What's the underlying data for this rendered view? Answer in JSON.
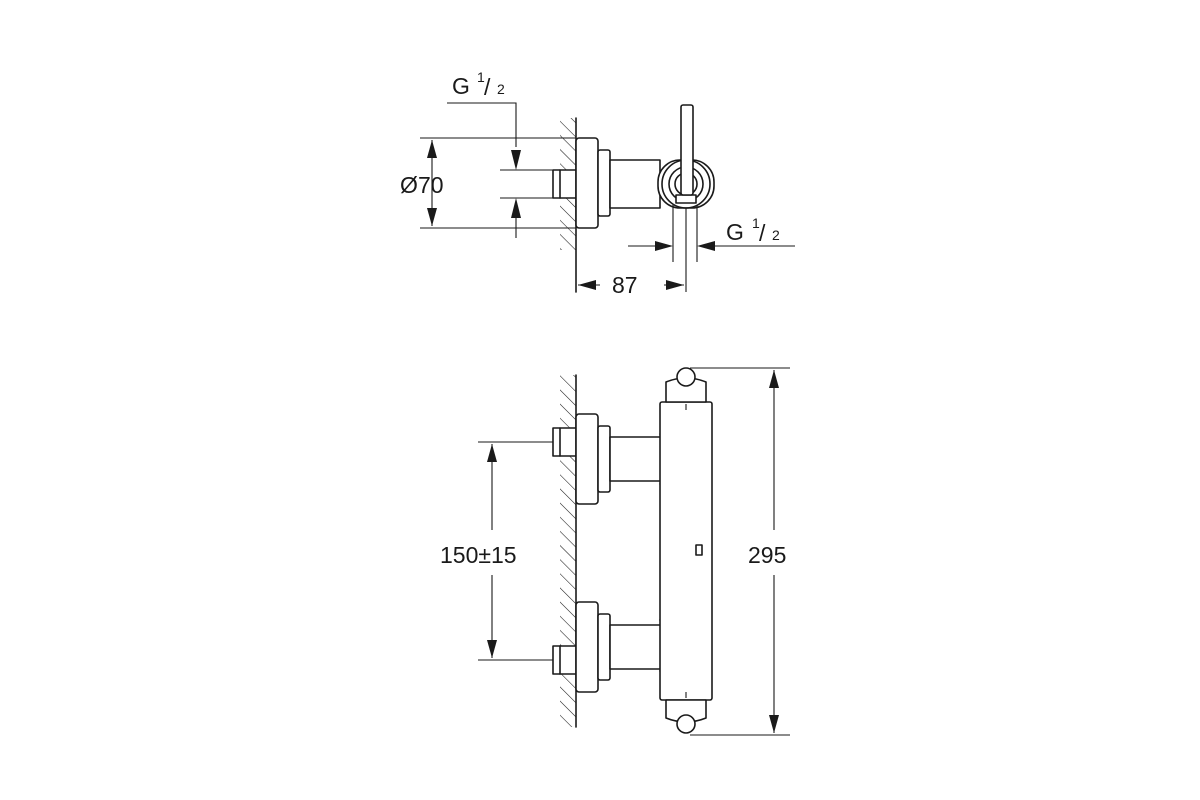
{
  "top_view": {
    "thread_top": {
      "letter": "G",
      "num": "1",
      "den": "2"
    },
    "diameter": {
      "symbol": "Ø",
      "value": "70"
    },
    "thread_right": {
      "letter": "G",
      "num": "1",
      "den": "2"
    },
    "depth": "87"
  },
  "front_view": {
    "spacing": "150±15",
    "height": "295"
  }
}
